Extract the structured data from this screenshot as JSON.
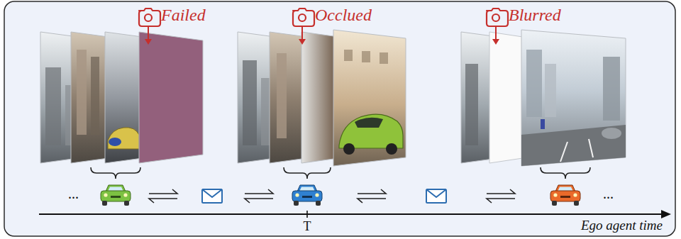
{
  "diagram": {
    "labels": [
      "Failed",
      "Occlued",
      "Blurred",
      "...",
      "...",
      "T",
      "Ego agent time"
    ]
  }
}
